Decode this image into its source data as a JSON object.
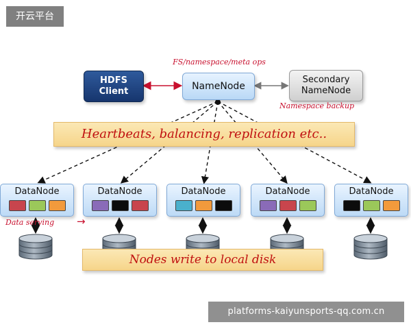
{
  "watermark_top": "开云平台",
  "watermark_bottom": "platforms-kaiyunsports-qq.com.cn",
  "labels": {
    "fs_ops": "FS/namespace/meta ops",
    "namespace_backup": "Namespace backup",
    "data_serving": "Data serving",
    "heartbeats": "Heartbeats, balancing, replication etc..",
    "nodes_write": "Nodes write to local disk"
  },
  "nodes": {
    "hdfs_client_line1": "HDFS",
    "hdfs_client_line2": "Client",
    "namenode": "NameNode",
    "secondary_line1": "Secondary",
    "secondary_line2": "NameNode"
  },
  "colors": {
    "red": "#c8454d",
    "green": "#9bc85a",
    "orange": "#f29a3c",
    "purple": "#8a6bb8",
    "black": "#0c0c0c",
    "teal": "#4ab0cc"
  },
  "datanodes": [
    {
      "label": "DataNode",
      "blocks": [
        "red",
        "green",
        "orange"
      ]
    },
    {
      "label": "DataNode",
      "blocks": [
        "purple",
        "black",
        "red"
      ]
    },
    {
      "label": "DataNode",
      "blocks": [
        "teal",
        "orange",
        "black"
      ]
    },
    {
      "label": "DataNode",
      "blocks": [
        "purple",
        "red",
        "green"
      ]
    },
    {
      "label": "DataNode",
      "blocks": [
        "black",
        "green",
        "orange"
      ]
    }
  ]
}
